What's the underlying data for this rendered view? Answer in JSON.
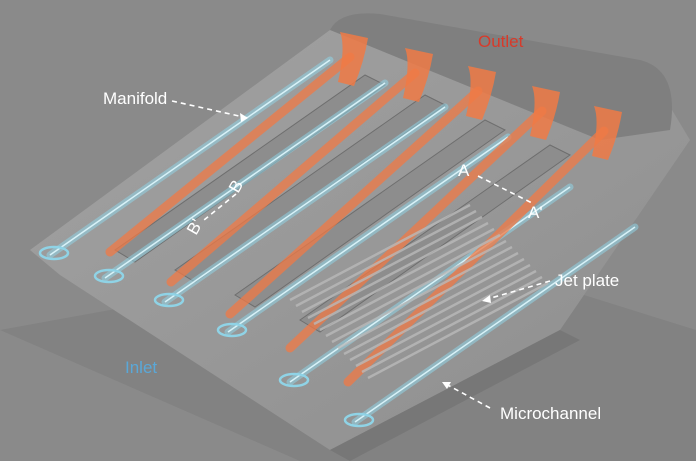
{
  "labels": {
    "outlet": "Outlet",
    "manifold": "Manifold",
    "inlet": "Inlet",
    "jet_plate": "Jet plate",
    "microchannel": "Microchannel",
    "section_a": "A",
    "section_a_prime": "A'",
    "section_b": "B",
    "section_b_prime": "B'"
  },
  "colors": {
    "background": "#8c8c8c",
    "plate": "#9a9a9a",
    "coolant_in": "#8fd3e6",
    "coolant_out": "#f07a45",
    "outlet_label": "#d83a2a",
    "inlet_label": "#5aa8d8",
    "text": "#ffffff"
  }
}
